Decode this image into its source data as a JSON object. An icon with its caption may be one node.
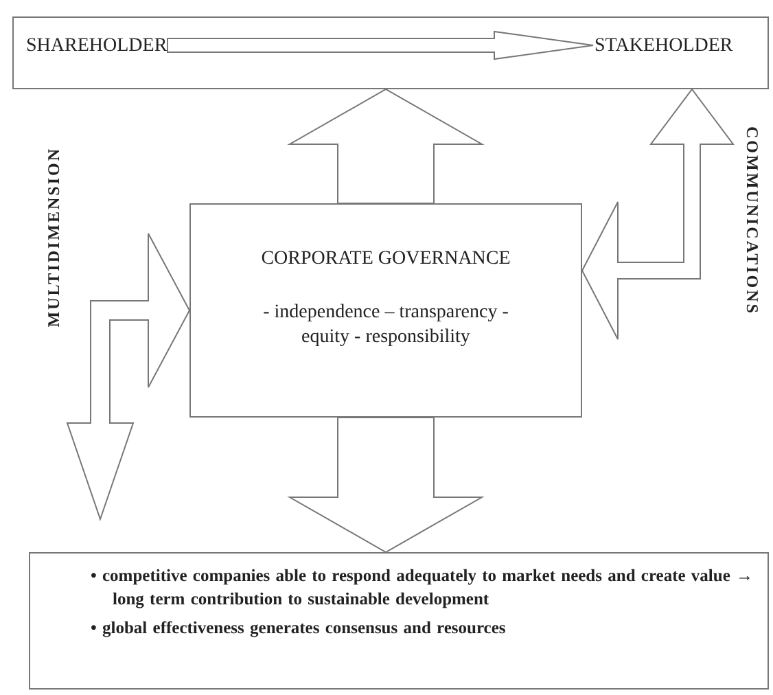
{
  "diagram": {
    "nodes": [
      {
        "text": [],
        "shape": "box"
      },
      {
        "text": [
          "SHAREHOLDER"
        ],
        "in": 0
      },
      {
        "text": [
          "STAKEHOLDER"
        ],
        "in": 0
      },
      {
        "text": [
          "CORPORATE GOVERNANCE",
          "- independence – transparency - equity - responsibility"
        ]
      },
      {
        "text": [
          "• competitive companies able to respond adequately to market needs and create value → long term contribution to sustainable development",
          "• global effectiveness generates consensus and resources"
        ]
      }
    ],
    "edges": [
      {
        "from": 1,
        "to": 2,
        "arrow": "to"
      },
      {
        "from": 3,
        "to": 0,
        "arrow": "to"
      },
      {
        "from": 3,
        "to": 4,
        "arrow": "to"
      },
      {
        "from": null,
        "to": 3,
        "arrow": "both"
      },
      {
        "from": 3,
        "to": 0,
        "arrow": "both"
      }
    ],
    "labels": [
      "MULTIDIMENSION",
      "COMMUNICATIONS"
    ]
  }
}
